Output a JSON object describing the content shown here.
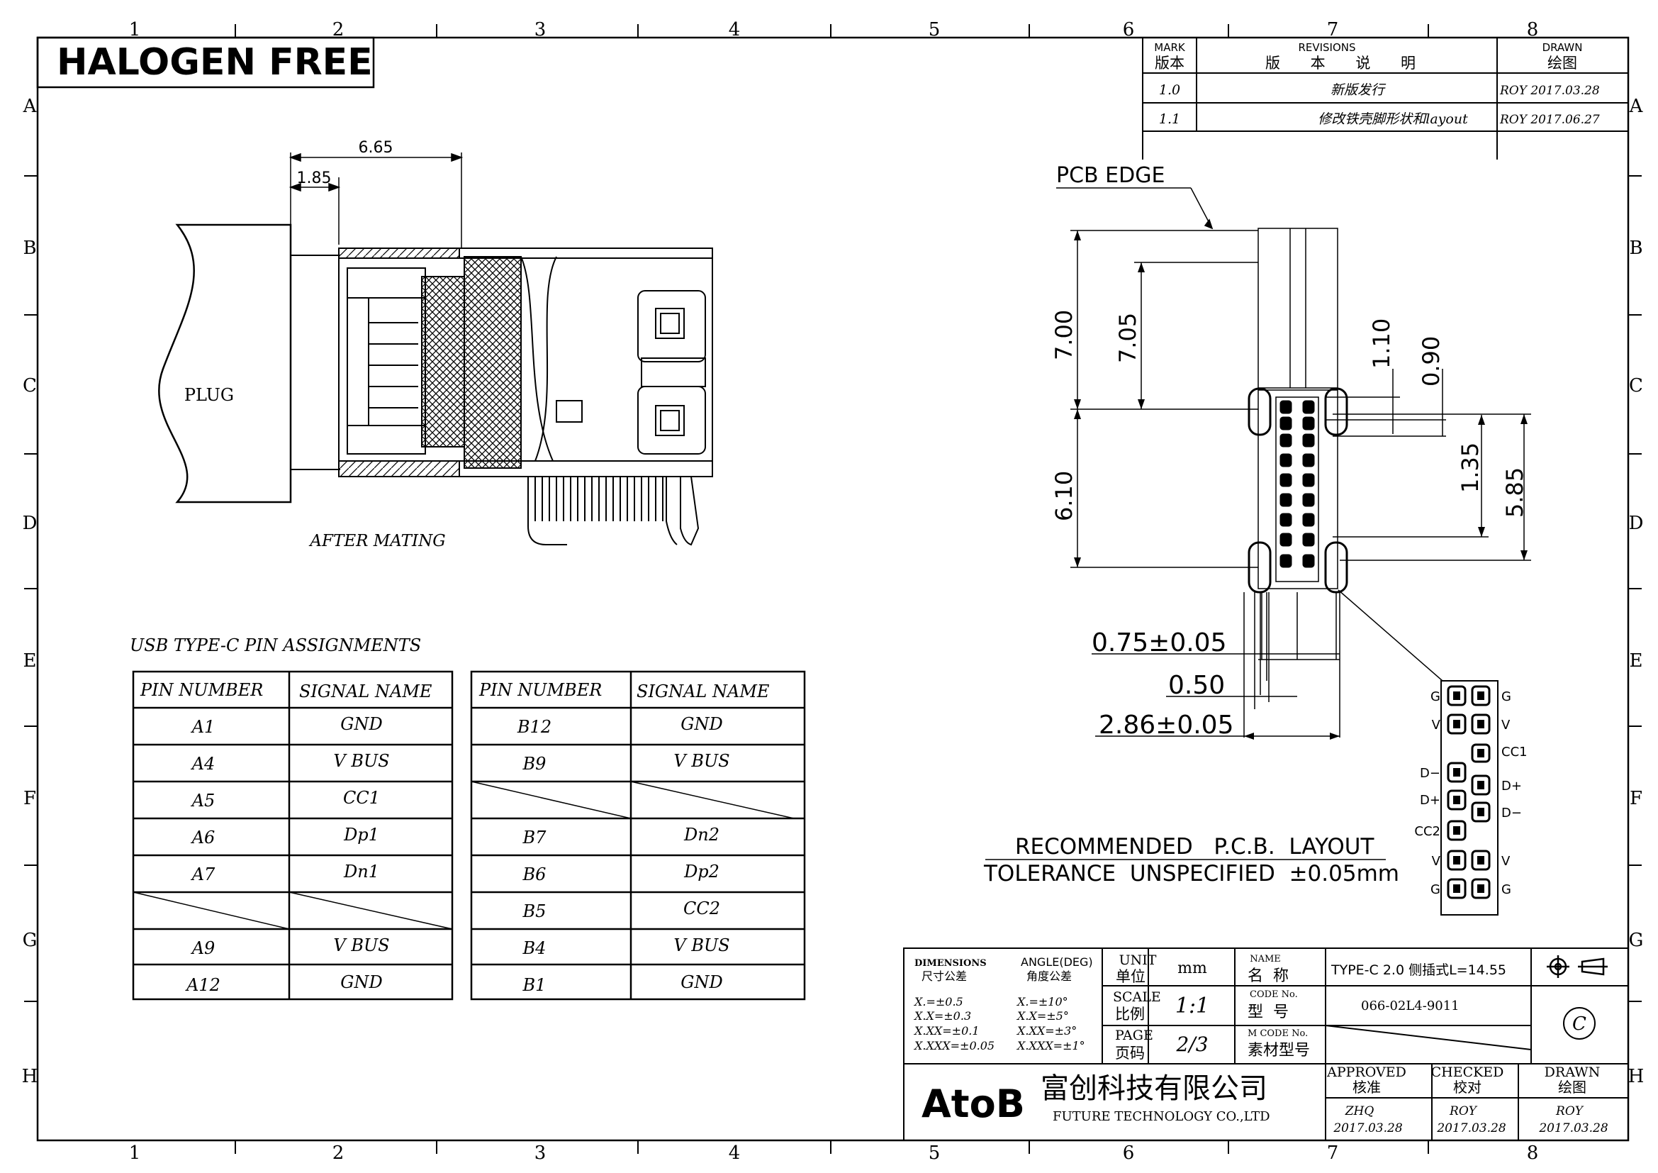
{
  "border": {
    "columns": [
      "1",
      "2",
      "3",
      "4",
      "5",
      "6",
      "7",
      "8"
    ],
    "rows": [
      "A",
      "B",
      "C",
      "D",
      "E",
      "F",
      "G",
      "H"
    ]
  },
  "header": {
    "halogen_free": "HALOGEN FREE"
  },
  "revisions": {
    "col_mark_en": "MARK",
    "col_mark_cn": "版本",
    "col_rev_en": "REVISIONS",
    "col_rev_cn": "版 本 说 明",
    "col_drawn_en": "DRAWN",
    "col_drawn_cn": "绘图",
    "rows": [
      {
        "mark": "1.0",
        "desc": "新版发行",
        "drawn": "ROY 2017.03.28"
      },
      {
        "mark": "1.1",
        "desc": "修改铁壳脚形状和layout",
        "drawn": "ROY 2017.06.27"
      }
    ]
  },
  "side_view": {
    "dim_top": "6.65",
    "dim_left": "1.85",
    "plug_label": "PLUG",
    "caption": "AFTER MATING"
  },
  "front_view": {
    "pcb_edge": "PCB EDGE",
    "dims": {
      "d700": "7.00",
      "d705": "7.05",
      "d610": "6.10",
      "d110": "1.10",
      "d090": "0.90",
      "d135": "1.35",
      "d585": "5.85",
      "d075": "0.75±0.05",
      "d050": "0.50",
      "d286": "2.86±0.05"
    },
    "pad_labels": {
      "left": [
        "G",
        "V",
        "D−",
        "D+",
        "CC2",
        "V",
        "G"
      ],
      "right": [
        "G",
        "V",
        "CC1",
        "D+",
        "D−",
        "V",
        "G"
      ]
    },
    "layout_title": "RECOMMENDED   P.C.B.  LAYOUT",
    "tolerance": "TOLERANCE  UNSPECIFIED  ±0.05mm"
  },
  "pin_assignments": {
    "title": "USB TYPE-C PIN ASSIGNMENTS",
    "col_pin": "PIN NUMBER",
    "col_signal": "SIGNAL NAME",
    "table_a": [
      {
        "pin": "A1",
        "signal": "GND"
      },
      {
        "pin": "A4",
        "signal": "V BUS"
      },
      {
        "pin": "A5",
        "signal": "CC1"
      },
      {
        "pin": "A6",
        "signal": "Dp1"
      },
      {
        "pin": "A7",
        "signal": "Dn1"
      },
      {
        "pin": "",
        "signal": ""
      },
      {
        "pin": "A9",
        "signal": "V BUS"
      },
      {
        "pin": "A12",
        "signal": "GND"
      }
    ],
    "table_b": [
      {
        "pin": "B12",
        "signal": "GND"
      },
      {
        "pin": "B9",
        "signal": "V BUS"
      },
      {
        "pin": "",
        "signal": ""
      },
      {
        "pin": "B7",
        "signal": "Dn2"
      },
      {
        "pin": "B6",
        "signal": "Dp2"
      },
      {
        "pin": "B5",
        "signal": "CC2"
      },
      {
        "pin": "B4",
        "signal": "V BUS"
      },
      {
        "pin": "B1",
        "signal": "GND"
      }
    ]
  },
  "title_block": {
    "dimensions_en": "DIMENSIONS",
    "dimensions_cn": "尺寸公差",
    "angle_en": "ANGLE(DEG)",
    "angle_cn": "角度公差",
    "tol_lin": [
      "X.=±0.5",
      "X.X=±0.3",
      "X.XX=±0.1",
      "X.XXX=±0.05"
    ],
    "tol_ang": [
      "X.=±10°",
      "X.X=±5°",
      "X.XX=±3°",
      "X.XXX=±1°"
    ],
    "unit_en": "UNIT",
    "unit_cn": "单位",
    "unit_val": "mm",
    "scale_en": "SCALE",
    "scale_cn": "比例",
    "scale_val": "1:1",
    "page_en": "PAGE",
    "page_cn": "页码",
    "page_val": "2/3",
    "name_en": "NAME",
    "name_cn": "名  称",
    "name_val": "TYPE-C 2.0 侧插式L=14.55",
    "code_en": "CODE No.",
    "code_cn": "型  号",
    "code_val": "066-02L4-9011",
    "mcode_en": "M CODE No.",
    "mcode_cn": "素材型号",
    "copyright": "C",
    "logo": "AtoB",
    "company_cn": "富创科技有限公司",
    "company_en": "FUTURE TECHNOLOGY CO.,LTD",
    "approved_en": "APPROVED",
    "approved_cn": "核准",
    "approved_by": "ZHQ",
    "approved_date": "2017.03.28",
    "checked_en": "CHECKED",
    "checked_cn": "校对",
    "checked_by": "ROY",
    "checked_date": "2017.03.28",
    "drawn_en": "DRAWN",
    "drawn_cn": "绘图",
    "drawn_by": "ROY",
    "drawn_date": "2017.03.28"
  }
}
